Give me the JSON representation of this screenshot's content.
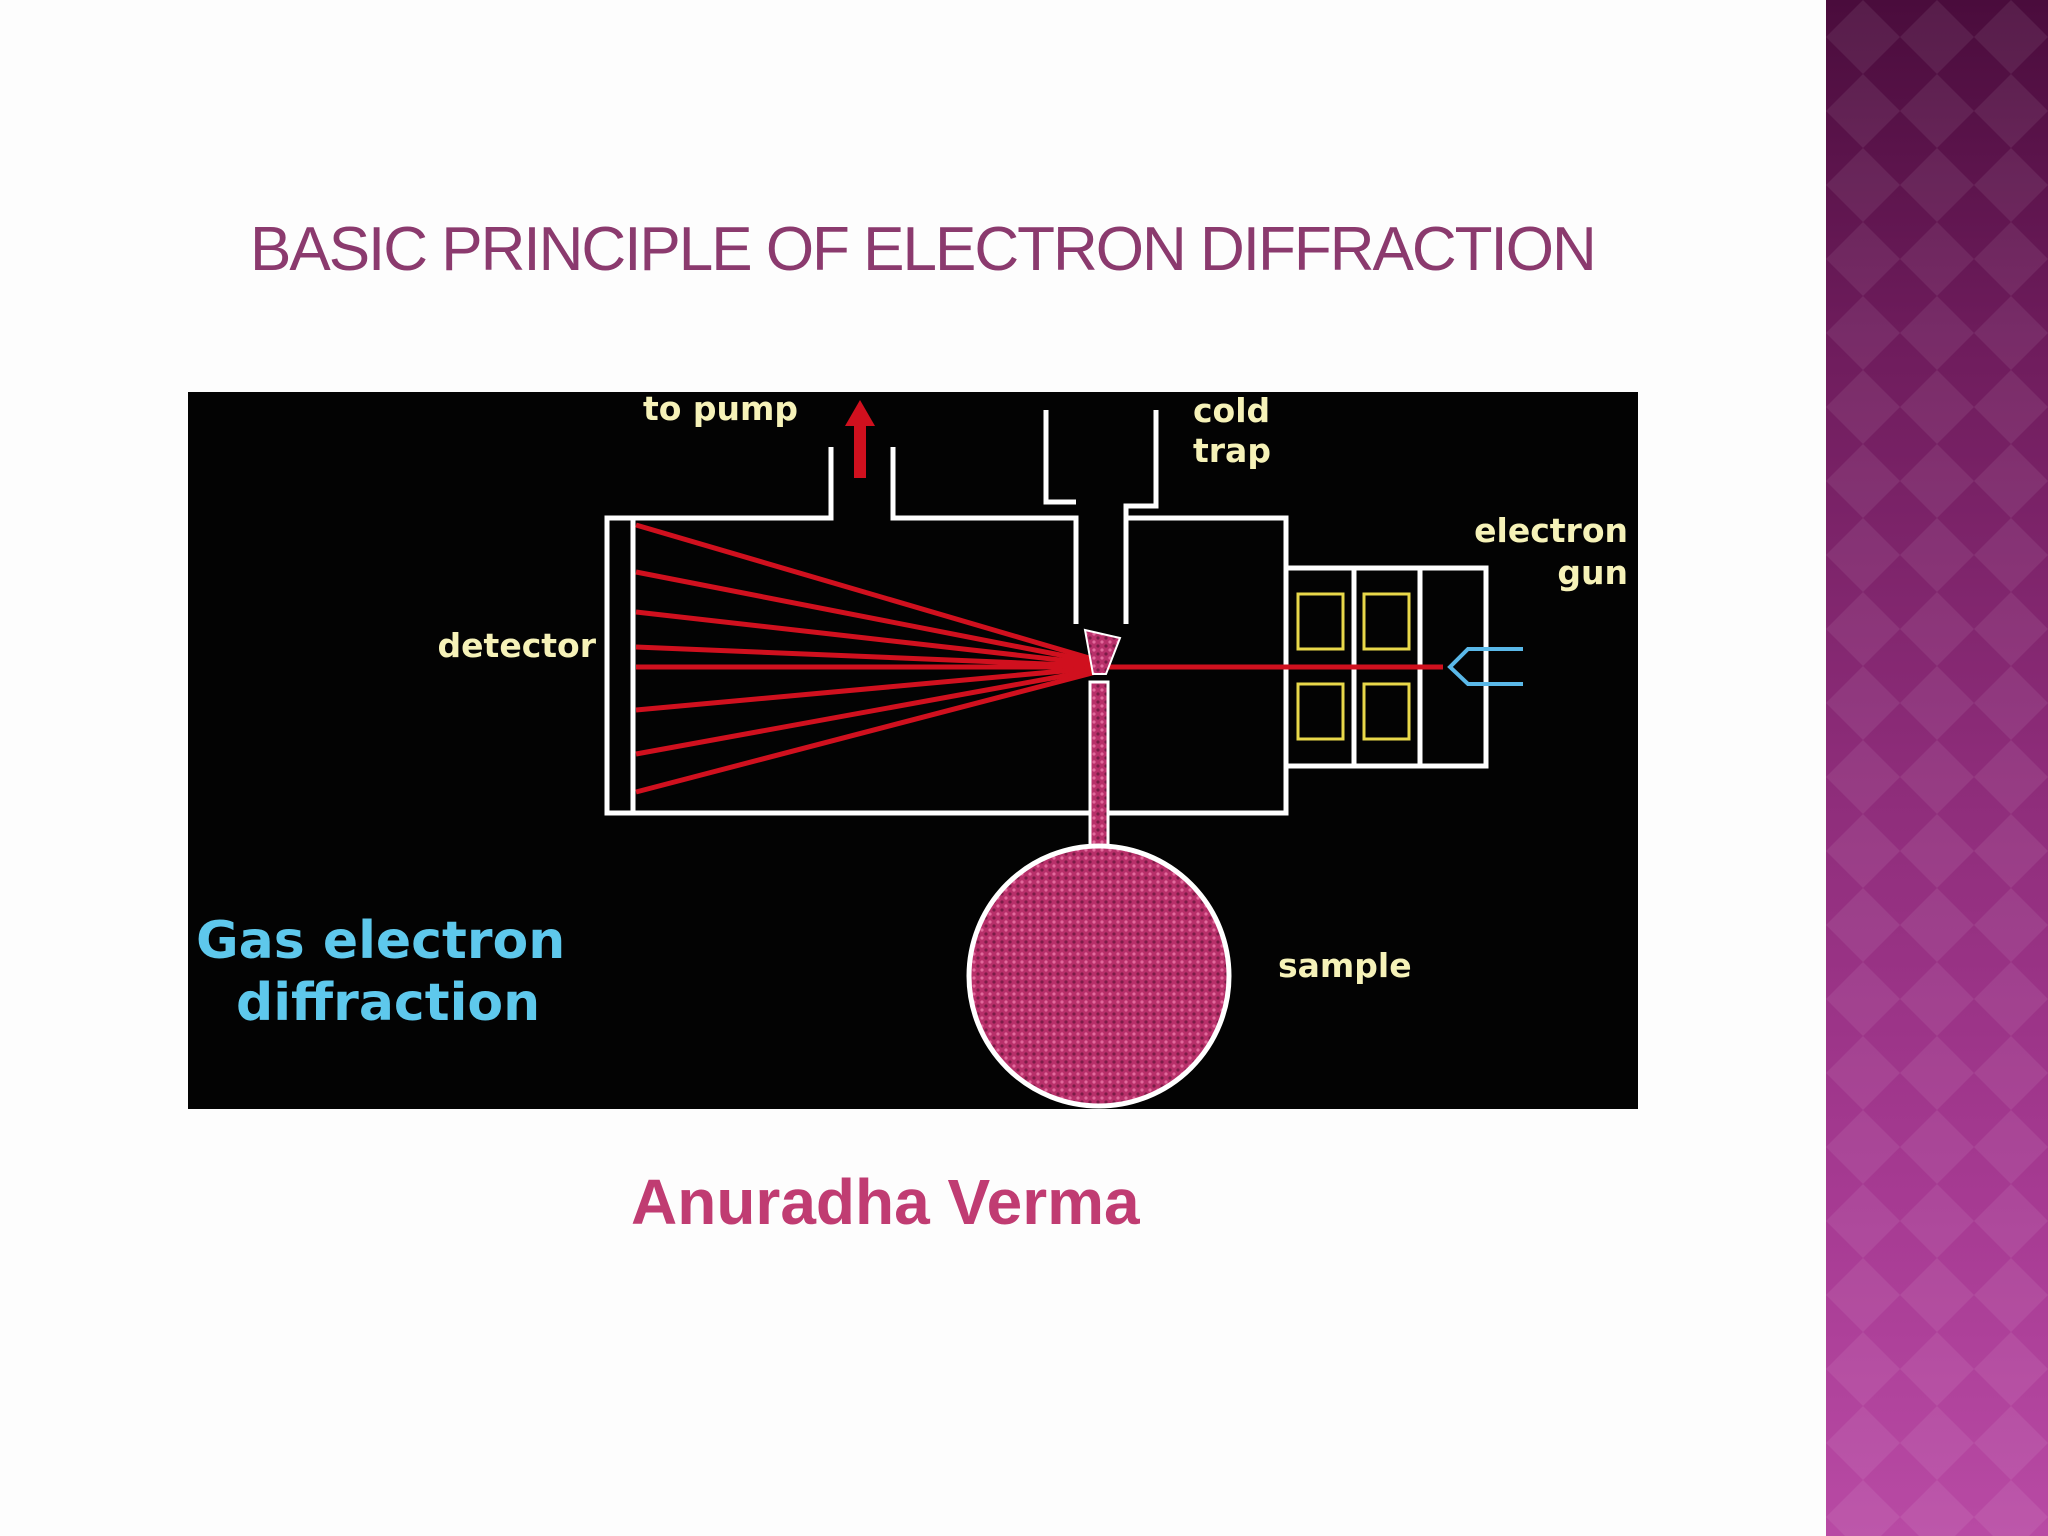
{
  "slide": {
    "title": "BASIC PRINCIPLE  OF ELECTRON DIFFRACTION",
    "author": "Anuradha Verma"
  },
  "diagram": {
    "labels": {
      "to_pump": "to pump",
      "cold_trap_line1": "cold",
      "cold_trap_line2": "trap",
      "electron_gun_line1": "electron",
      "electron_gun_line2": "gun",
      "detector": "detector",
      "sample": "sample",
      "caption_line1": "Gas electron",
      "caption_line2": "diffraction"
    }
  },
  "colors": {
    "title": "#8b3a6e",
    "author": "#c03c72",
    "side_band_top": "#4a0c3c",
    "side_band_bottom": "#b84aa4",
    "diagram_background": "#030303",
    "apparatus_outline": "#ffffff",
    "electron_beam": "#d0101e",
    "label_text": "#f6f2b8",
    "caption_text": "#5ec8ec",
    "sample_fill": "#c23a72",
    "lens_outline": "#e8d84a",
    "gun_outline": "#5ab8e8"
  }
}
